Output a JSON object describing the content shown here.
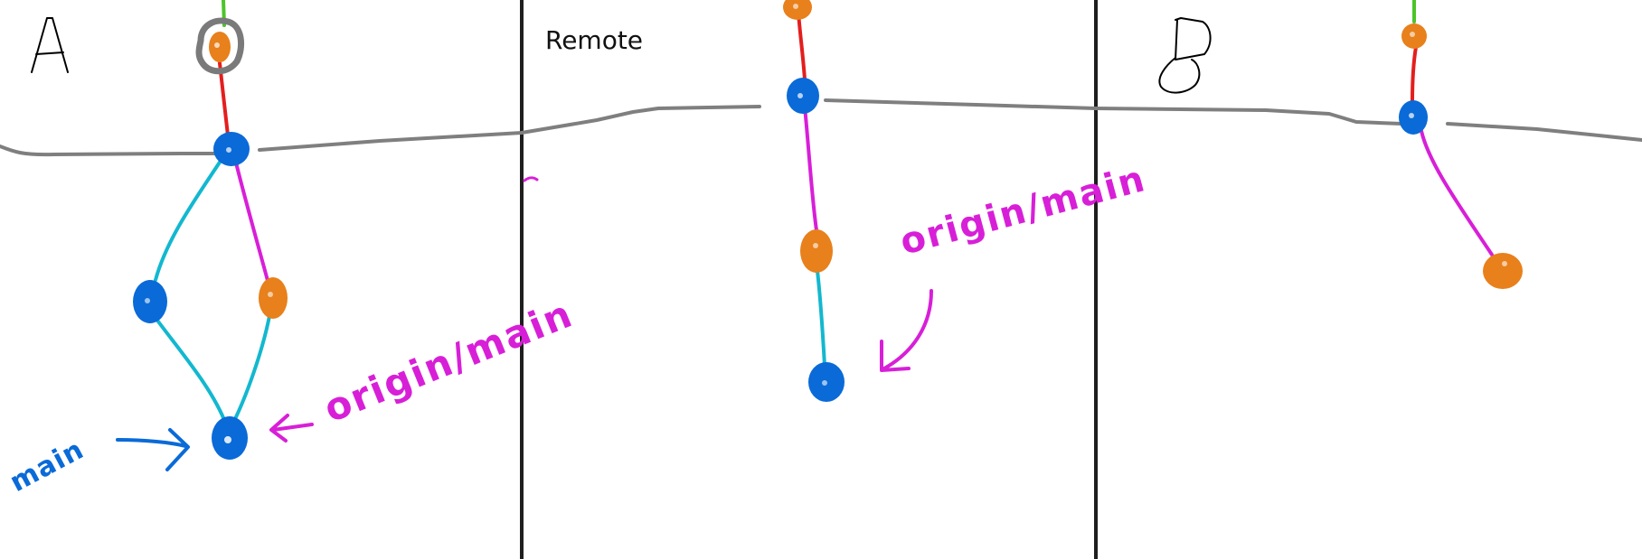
{
  "panels": {
    "a": {
      "title": "A"
    },
    "remote": {
      "title": "Remote"
    },
    "b": {
      "title": "B"
    }
  },
  "labels": {
    "a_main": "main",
    "a_origin_main": "origin/main",
    "remote_origin_main": "origin/main"
  },
  "colors": {
    "divider": "#1e1e1e",
    "baseline": "#7f7f7f",
    "commit_blue": "#0a6ad8",
    "commit_orange": "#e8801c",
    "link_green": "#4cc42a",
    "link_red": "#e41e1e",
    "link_magenta": "#d81fd8",
    "link_cyan": "#12b8cf",
    "label_magenta": "#d81fd8",
    "label_blue": "#0a6ad8",
    "highlight_gray": "#7a7a7a"
  }
}
